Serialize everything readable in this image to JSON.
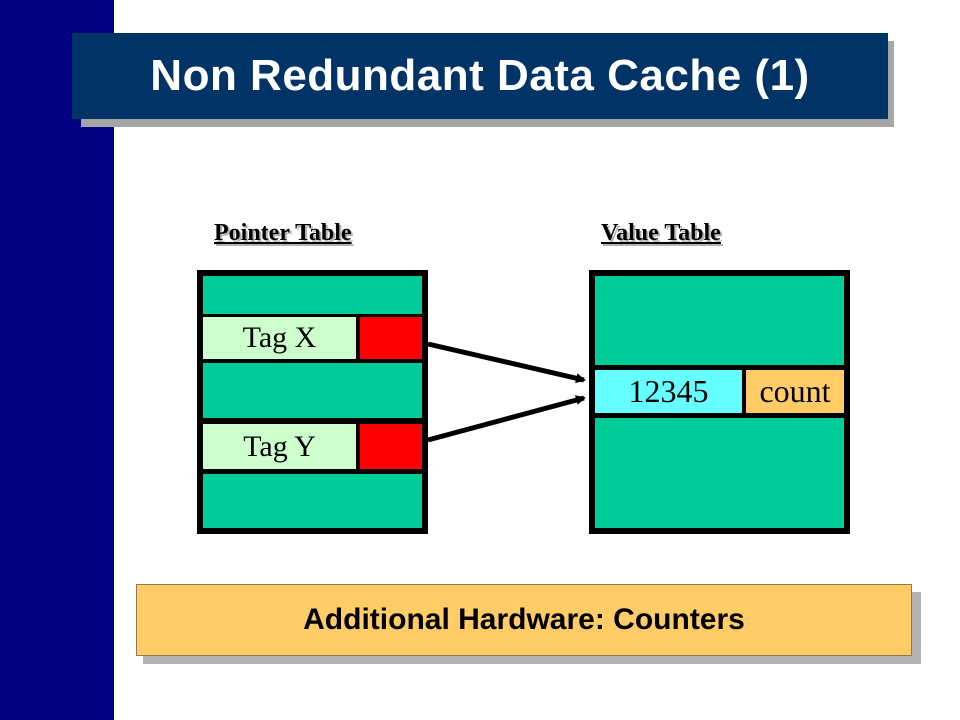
{
  "slide": {
    "title": "Non Redundant Data Cache (1)",
    "note": "Additional Hardware: Counters"
  },
  "pointer_table": {
    "label": "Pointer Table",
    "tag_x": "Tag X",
    "tag_y": "Tag Y"
  },
  "value_table": {
    "label": "Value Table",
    "value": "12345",
    "counter": "count"
  },
  "colors": {
    "sidebar": "#000080",
    "title_bg": "#003366",
    "table_fill": "#00cc99",
    "tag_fill": "#ccffcc",
    "pointer_fill": "#ff0000",
    "value_fill": "#66ffff",
    "count_fill": "#ffcc66",
    "note_fill": "#ffcc66"
  }
}
